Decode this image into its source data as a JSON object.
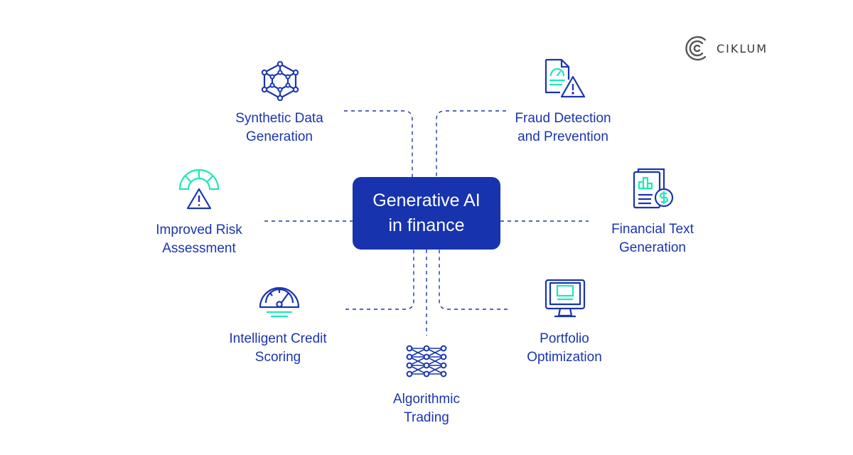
{
  "brand": {
    "name": "CIKLUM"
  },
  "center": {
    "line1": "Generative AI",
    "line2": "in finance"
  },
  "colors": {
    "primary": "#1733ad",
    "accent": "#1de9b6",
    "line": "#1a35b0"
  },
  "nodes": [
    {
      "id": "synthetic",
      "line1": "Synthetic Data",
      "line2": "Generation",
      "icon": "molecule-network-icon"
    },
    {
      "id": "fraud",
      "line1": "Fraud Detection",
      "line2": "and Prevention",
      "icon": "document-warning-icon"
    },
    {
      "id": "risk",
      "line1": "Improved Risk",
      "line2": "Assessment",
      "icon": "risk-gauge-warning-icon"
    },
    {
      "id": "fintext",
      "line1": "Financial Text",
      "line2": "Generation",
      "icon": "report-dollar-icon"
    },
    {
      "id": "credit",
      "line1": "Intelligent Credit",
      "line2": "Scoring",
      "icon": "speedometer-icon"
    },
    {
      "id": "portfolio",
      "line1": "Portfolio",
      "line2": "Optimization",
      "icon": "monitor-icon"
    },
    {
      "id": "algo",
      "line1": "Algorithmic",
      "line2": "Trading",
      "icon": "neural-network-icon"
    }
  ]
}
